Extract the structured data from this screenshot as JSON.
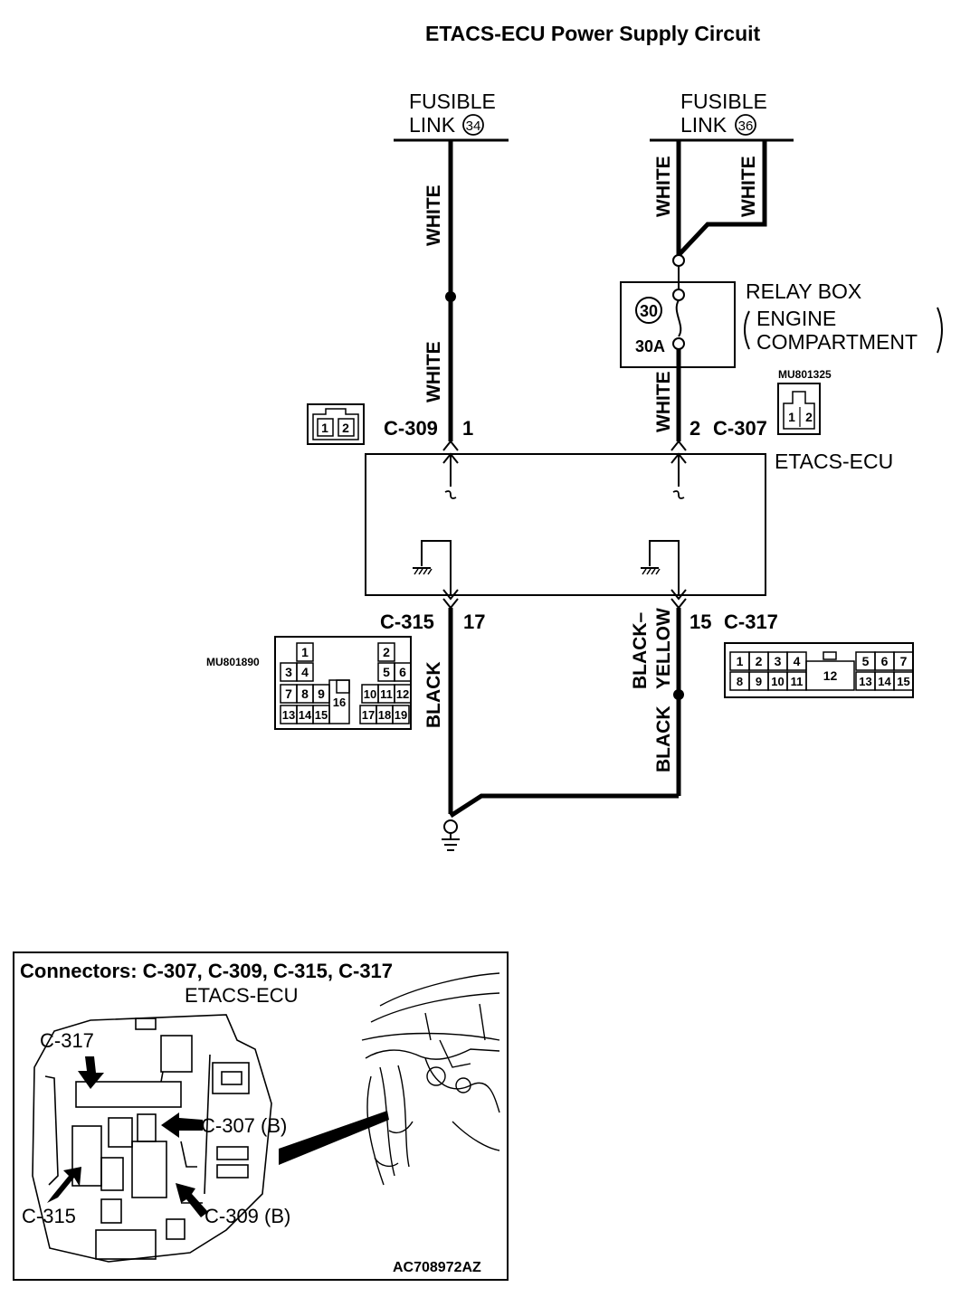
{
  "title": "ETACS-ECU Power Supply Circuit",
  "fusible_left": {
    "line1": "FUSIBLE",
    "line2": "LINK",
    "number": "34"
  },
  "fusible_right": {
    "line1": "FUSIBLE",
    "line2": "LINK",
    "number": "36"
  },
  "wires": {
    "left_upper": "WHITE",
    "left_lower": "WHITE",
    "right_upper_a": "WHITE",
    "right_upper_b": "WHITE",
    "right_lower": "WHITE",
    "ground_left": "BLACK",
    "ground_right_top": "BLACK–YELLOW",
    "ground_right_top_1": "BLACK–",
    "ground_right_top_2": "YELLOW",
    "ground_right_bottom": "BLACK"
  },
  "relay_box": {
    "fuse_number": "30",
    "fuse_rating": "30A",
    "label": "RELAY BOX",
    "sub1": "ENGINE",
    "sub2": "COMPARTMENT"
  },
  "ecu_label": "ETACS-ECU",
  "connectors": {
    "c309": {
      "name": "C-309",
      "pin": "1",
      "pins": [
        "1",
        "2"
      ]
    },
    "c307": {
      "name": "C-307",
      "pin": "2",
      "pins": [
        "1",
        "2"
      ],
      "part": "MU801325"
    },
    "c315": {
      "name": "C-315",
      "pin": "17",
      "part": "MU801890",
      "pins": [
        "1",
        "2",
        "3",
        "4",
        "5",
        "6",
        "7",
        "8",
        "9",
        "10",
        "11",
        "12",
        "13",
        "14",
        "15",
        "16",
        "17",
        "18",
        "19"
      ]
    },
    "c317": {
      "name": "C-317",
      "pin": "15",
      "pins": [
        "1",
        "2",
        "3",
        "4",
        "5",
        "6",
        "7",
        "8",
        "9",
        "10",
        "11",
        "12",
        "13",
        "14",
        "15"
      ]
    }
  },
  "locator": {
    "heading": "Connectors: C-307, C-309, C-315, C-317",
    "subheading": "ETACS-ECU",
    "callouts": {
      "c317": "C-317",
      "c307": "C-307 (B)",
      "c315": "C-315",
      "c309": "C-309 (B)"
    },
    "code": "AC708972AZ"
  }
}
